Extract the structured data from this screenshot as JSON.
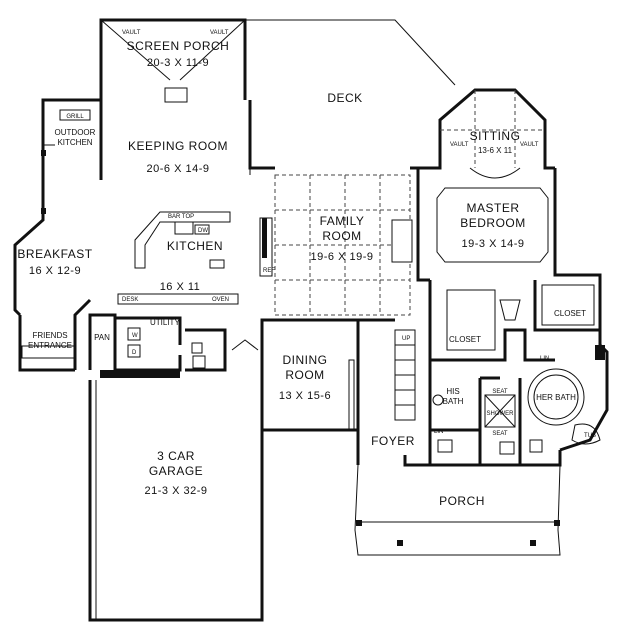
{
  "rooms": {
    "screen_porch": {
      "name": "SCREEN PORCH",
      "dim": "20-3 X 11-9"
    },
    "deck": {
      "name": "DECK"
    },
    "sitting": {
      "name": "SITTING",
      "dim": "13-6 X 11"
    },
    "keeping_room": {
      "name": "KEEPING ROOM",
      "dim": "20-6 X 14-9"
    },
    "outdoor_kitchen": {
      "name_line1": "OUTDOOR",
      "name_line2": "KITCHEN"
    },
    "family_room": {
      "name_line1": "FAMILY",
      "name_line2": "ROOM",
      "dim": "19-6 X 19-9"
    },
    "master_bedroom": {
      "name_line1": "MASTER",
      "name_line2": "BEDROOM",
      "dim": "19-3 X 14-9"
    },
    "breakfast": {
      "name": "BREAKFAST",
      "dim": "16 X 12-9"
    },
    "kitchen": {
      "name": "KITCHEN",
      "dim": "16 X 11"
    },
    "friends_entrance": {
      "name_line1": "FRIENDS",
      "name_line2": "ENTRANCE"
    },
    "utility": {
      "name": "UTILITY"
    },
    "dining_room": {
      "name_line1": "DINING",
      "name_line2": "ROOM",
      "dim": "13 X 15-6"
    },
    "closet_left": {
      "name": "CLOSET"
    },
    "closet_right": {
      "name": "CLOSET"
    },
    "his_bath": {
      "name_line1": "HIS",
      "name_line2": "BATH"
    },
    "her_bath": {
      "name": "HER BATH"
    },
    "shower": {
      "name": "SHOWER"
    },
    "foyer": {
      "name": "FOYER"
    },
    "garage": {
      "name_line1": "3 CAR",
      "name_line2": "GARAGE",
      "dim": "21-3 X 32-9"
    },
    "porch": {
      "name": "PORCH"
    }
  },
  "fixtures": {
    "grill": "GRILL",
    "pan": "PAN",
    "desk": "DESK",
    "oven": "OVEN",
    "bar_top": "BAR TOP",
    "dw": "DW",
    "ref": "REF",
    "w": "W",
    "d": "D",
    "lin_1": "LIN",
    "lin_2": "LIN",
    "tub": "TUB",
    "seat_1": "SEAT",
    "seat_2": "SEAT",
    "up": "UP",
    "vault_1": "VAULT",
    "vault_2": "VAULT",
    "vault_3": "VAULT",
    "vault_4": "VAULT"
  }
}
